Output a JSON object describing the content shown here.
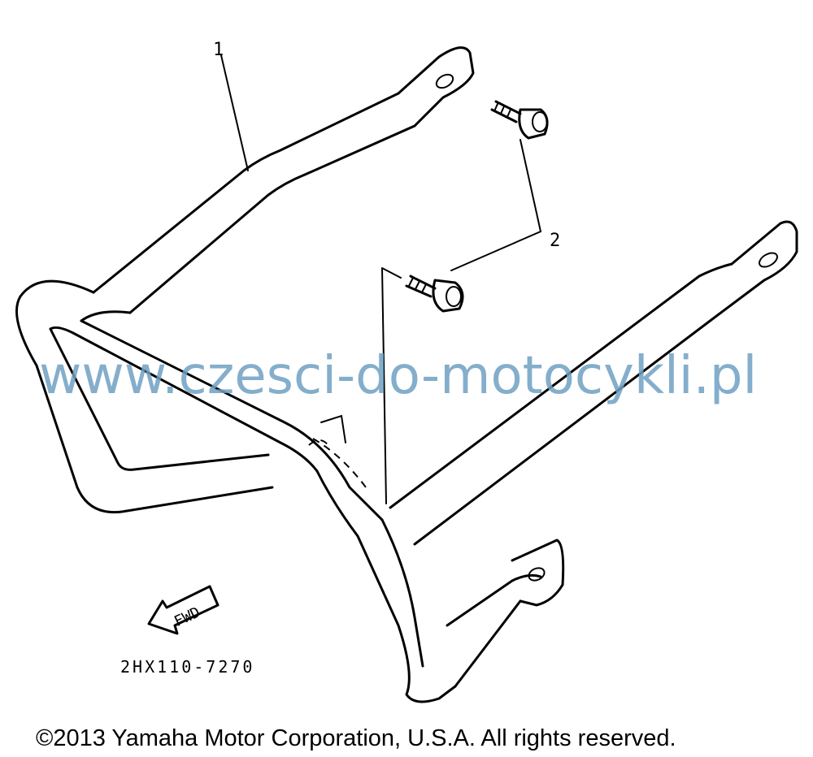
{
  "callouts": {
    "part_1": "1",
    "part_2": "2"
  },
  "fwd_label": "FWD",
  "diagram_code": "2HX110-7270",
  "watermark": "www.czesci-do-motocykli.pl",
  "copyright": "©2013 Yamaha Motor Corporation, U.S.A. All rights reserved.",
  "colors": {
    "watermark": "#6fa0c2",
    "line_art": "#000000",
    "background": "#ffffff"
  }
}
